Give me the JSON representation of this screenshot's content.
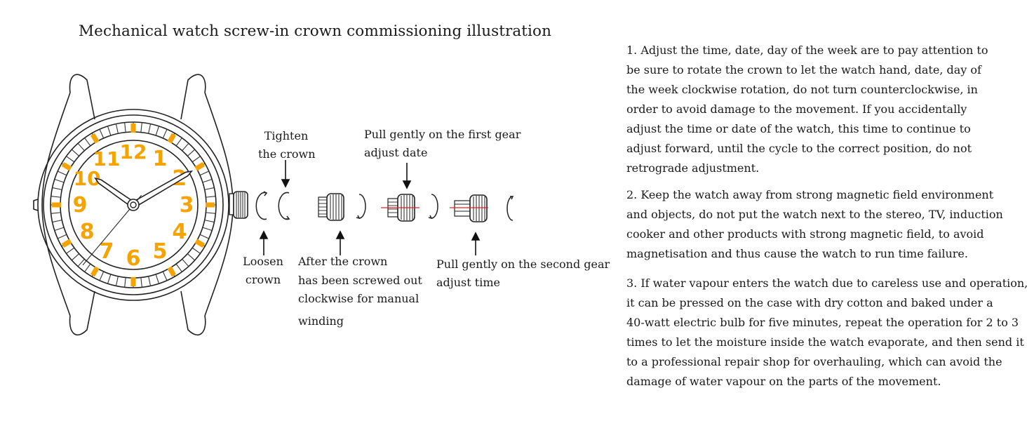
{
  "title": "Mechanical watch screw-in crown commissioning illustration",
  "dial": {
    "numerals": [
      "12",
      "1",
      "2",
      "3",
      "4",
      "5",
      "6",
      "7",
      "8",
      "9",
      "10",
      "11"
    ],
    "accent_color": "#F5A300",
    "hand_time": "10:10"
  },
  "labels": {
    "tighten": [
      "Tighten",
      "the crown"
    ],
    "loosen": [
      "Loosen",
      "crown"
    ],
    "first_gear": [
      "Pull gently on the first gear",
      "adjust date"
    ],
    "screwed_out": [
      "After the crown",
      "has been screwed out",
      "clockwise for manual",
      "winding"
    ],
    "second_gear": [
      "Pull gently on the second gear",
      "adjust time"
    ]
  },
  "instructions": [
    {
      "lines": [
        "1. Adjust the time, date, day of the week are to pay attention to",
        "be sure to rotate the crown to let the watch hand, date, day of",
        "the week clockwise rotation, do not turn counterclockwise, in",
        "order to avoid damage to the movement. If you accidentally",
        "adjust the time or date of the watch, this time to continue to",
        "adjust forward, until the cycle to the correct position, do not",
        "retrograde adjustment."
      ]
    },
    {
      "lines": [
        "2. Keep the watch away from strong magnetic field environment",
        "and objects, do not put the watch next to the stereo, TV, induction",
        "cooker and other products with strong magnetic field, to avoid",
        "magnetisation and thus cause the watch to run time failure."
      ]
    },
    {
      "lines": [
        "3. If water vapour enters the watch due to careless use and operation,",
        "it can be pressed on the case with dry cotton and baked under a",
        "40-watt electric bulb for five minutes, repeat the operation for 2 to 3",
        "times to let the moisture inside the watch evaporate, and then send it",
        "to a professional repair shop for overhauling, which can avoid the",
        "damage of water vapour on the parts of the movement."
      ]
    }
  ]
}
